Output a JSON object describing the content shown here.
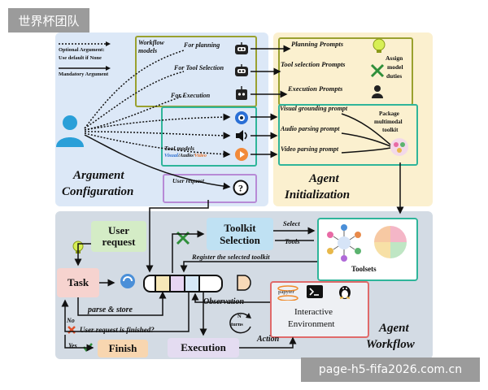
{
  "watermark_top": "世界杯团队",
  "watermark_bottom": "page-h5-fifa2026.com.cn",
  "legend": {
    "optional_line1": "Optional Argument:",
    "optional_line2": "Use default if None",
    "mandatory": "Mandatory Argument"
  },
  "argument_configuration": {
    "title_line1": "Argument",
    "title_line2": "Configuration",
    "workflow_models": "Workflow models",
    "for_planning": "For planning",
    "for_tool_selection": "For Tool Selection",
    "for_execution": "For Execution",
    "tool_models_line1": "Tool models",
    "tool_models_visual": "Visual",
    "tool_models_audio": "Audio",
    "tool_models_video": "Video",
    "user_request": "User request"
  },
  "agent_initialization": {
    "title_line1": "Agent",
    "title_line2": "Initialization",
    "planning_prompts": "Planning Prompts",
    "tool_selection_prompts": "Tool selection Prompts",
    "execution_prompts": "Execution Prompts",
    "assign_line1": "Assign",
    "assign_line2": "model",
    "assign_line3": "duties",
    "visual_grounding_prompt": "Visual grounding prompt",
    "audio_parsing_prompt": "Audio parsing prompt",
    "video_parsing_prompt": "Video parsing prompt",
    "package_line1": "Package",
    "package_line2": "multimodal",
    "package_line3": "toolkit"
  },
  "agent_workflow": {
    "title_line1": "Agent",
    "title_line2": "Workflow",
    "user_request_line1": "User",
    "user_request_line2": "request",
    "toolkit_line1": "Toolkit",
    "toolkit_line2": "Selection",
    "select_tools_line1": "Select",
    "select_tools_line2": "Tools",
    "register_toolkit": "Register the selected toolkit",
    "toolsets": "Toolsets",
    "task": "Task",
    "parse_store": "parse & store",
    "observation": "Observation",
    "n_turns_line1": "N",
    "n_turns_line2": "turns",
    "interactive_line1": "Interactive",
    "interactive_line2": "Environment",
    "papyter": "papyter",
    "no": "No",
    "yes": "Yes",
    "is_finished": "User request is finished?",
    "finish": "Finish",
    "execution": "Execution",
    "action": "Action"
  }
}
